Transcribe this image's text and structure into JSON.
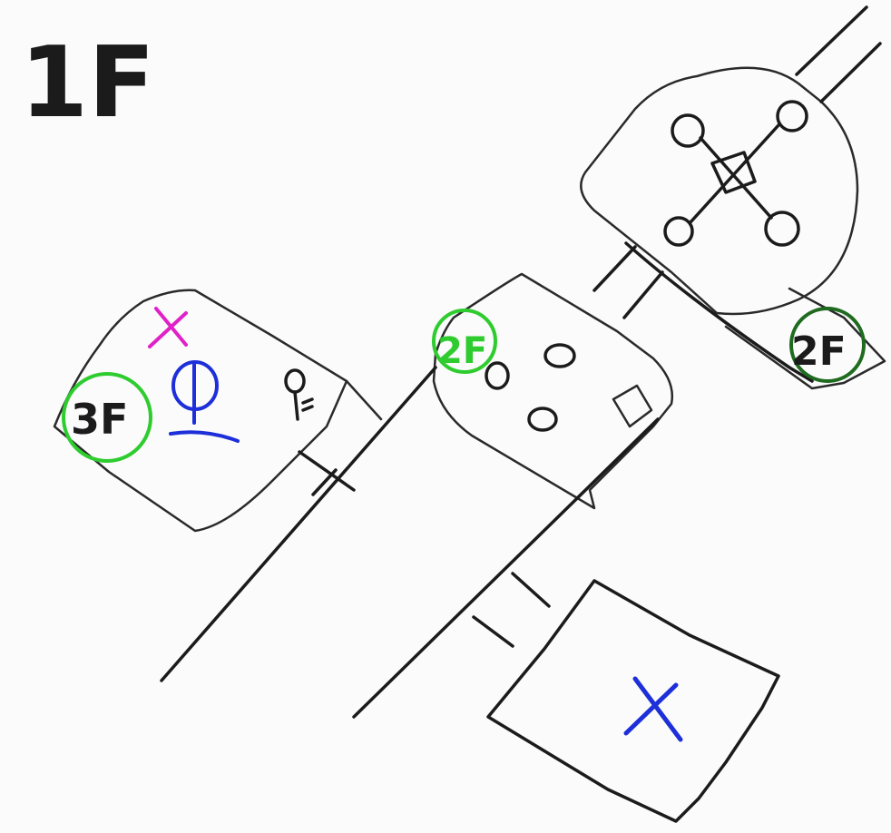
{
  "floor_label": "1F",
  "room_labels": {
    "left_room_floor": "3F",
    "center_room_floor": "2F",
    "right_room_floor": "2F"
  },
  "colors": {
    "ink": "#1b1b1b",
    "green": "#2ecc2e",
    "dark_green": "#1f6b1f",
    "blue": "#1d2fd9",
    "magenta": "#e021c7",
    "background": "#fbfbfb"
  },
  "icons": {
    "top_room": "four-circle-cross-icon",
    "left_room_blue": "lightbulb-icon",
    "left_room_pink": "cross-mark-icon",
    "left_room_black": "key-icon",
    "center_room": "circle-dots-icon",
    "bottom_room": "cross-mark-icon"
  }
}
